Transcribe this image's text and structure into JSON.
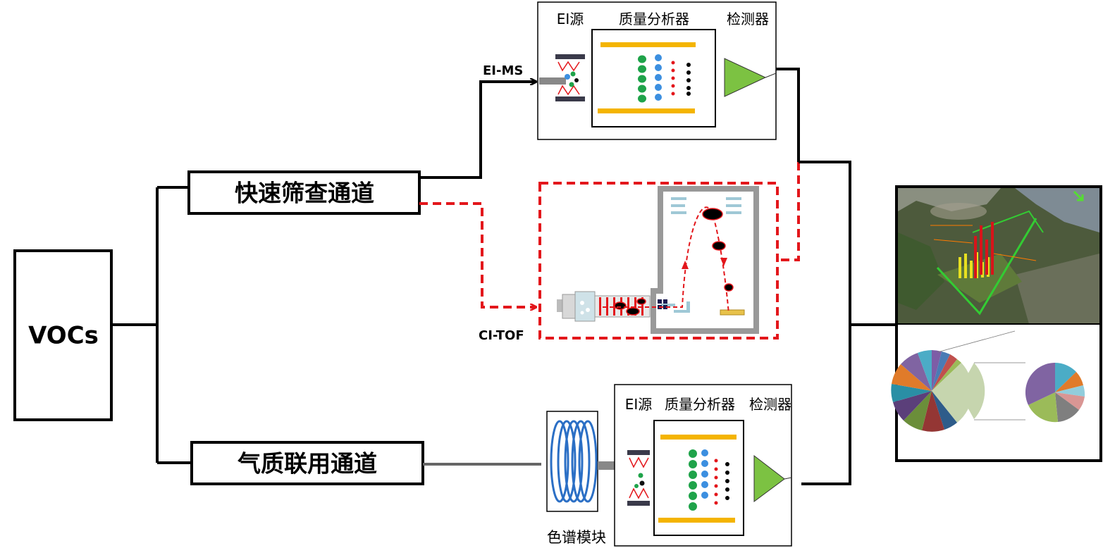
{
  "source": {
    "label": "VOCs"
  },
  "channels": {
    "fast": {
      "label": "快速筛查通道"
    },
    "gcms": {
      "label": "气质联用通道"
    }
  },
  "ei_ms": {
    "tag": "EI-MS",
    "source_label": "EI源",
    "analyzer_label": "质量分析器",
    "detector_label": "检测器"
  },
  "ci_tof": {
    "tag": "CI-TOF"
  },
  "gc_ms": {
    "column_label": "色谱模块",
    "source_label": "EI源",
    "analyzer_label": "质量分析器",
    "detector_label": "检测器"
  },
  "output": {
    "map_image": "satellite-map",
    "pie_image": "composition-pie-charts"
  },
  "colors": {
    "flow_line": "#000000",
    "ci_path": "#e3161b",
    "analyzer_plate": "#f4b400",
    "ion_green": "#1fa34a",
    "ion_blue": "#3c8fe0",
    "ion_red": "#e3161b",
    "detector": "#7cc242",
    "coil": "#2b6fc5"
  }
}
